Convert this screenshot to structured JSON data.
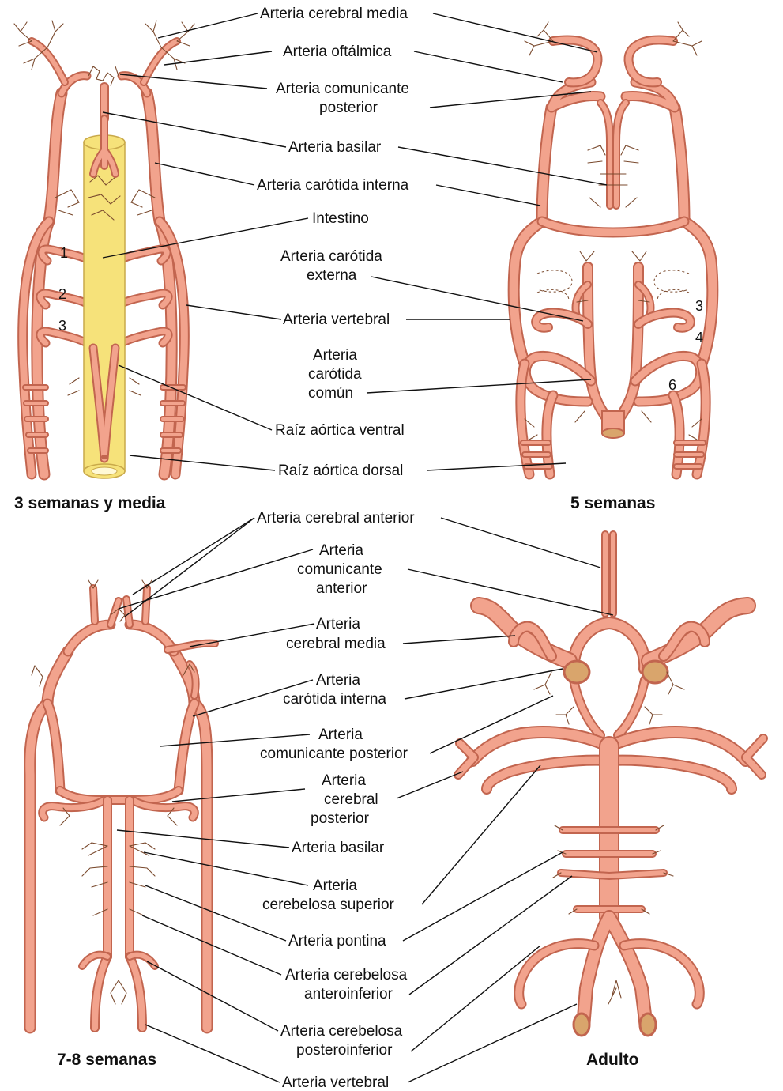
{
  "colors": {
    "artery": "#f2a38d",
    "artery_outline": "#c2654f",
    "intestine": "#f6e27a",
    "intestine_outline": "#c9a94a",
    "vessel_lumen": "#d9a56c",
    "leader": "#111111"
  },
  "panels": {
    "p1": {
      "title": "3 semanas y media"
    },
    "p2": {
      "title": "5 semanas"
    },
    "p3": {
      "title": "7-8 semanas"
    },
    "p4": {
      "title": "Adulto"
    }
  },
  "arch_numbers": {
    "left": [
      "1",
      "2",
      "3"
    ],
    "right": [
      "3",
      "4",
      "6"
    ]
  },
  "top_labels": {
    "cerebral_media": "Arteria cerebral media",
    "oftalmica": "Arteria oftálmica",
    "comunicante_posterior": [
      "Arteria comunicante",
      "posterior"
    ],
    "basilar": "Arteria basilar",
    "carotida_interna": "Arteria carótida interna",
    "intestino": "Intestino",
    "carotida_externa": [
      "Arteria carótida",
      "externa"
    ],
    "vertebral": "Arteria vertebral",
    "carotida_comun": [
      "Arteria",
      "carótida",
      "común"
    ],
    "raiz_ventral": "Raíz aórtica ventral",
    "raiz_dorsal": "Raíz aórtica dorsal"
  },
  "bottom_labels": {
    "cerebral_anterior": "Arteria cerebral anterior",
    "comunicante_anterior": [
      "Arteria",
      "comunicante",
      "anterior"
    ],
    "cerebral_media": [
      "Arteria",
      "cerebral media"
    ],
    "carotida_interna": [
      "Arteria",
      "carótida interna"
    ],
    "comunicante_posterior": [
      "Arteria",
      "comunicante posterior"
    ],
    "cerebral_posterior": [
      "Arteria",
      "cerebral",
      "posterior"
    ],
    "basilar": "Arteria basilar",
    "cerebelosa_superior": [
      "Arteria",
      "cerebelosa superior"
    ],
    "pontina": "Arteria pontina",
    "cerebelosa_anteroinferior": [
      "Arteria cerebelosa",
      "anteroinferior"
    ],
    "cerebelosa_posteroinferior": [
      "Arteria cerebelosa",
      "posteroinferior"
    ],
    "vertebral": "Arteria vertebral"
  }
}
